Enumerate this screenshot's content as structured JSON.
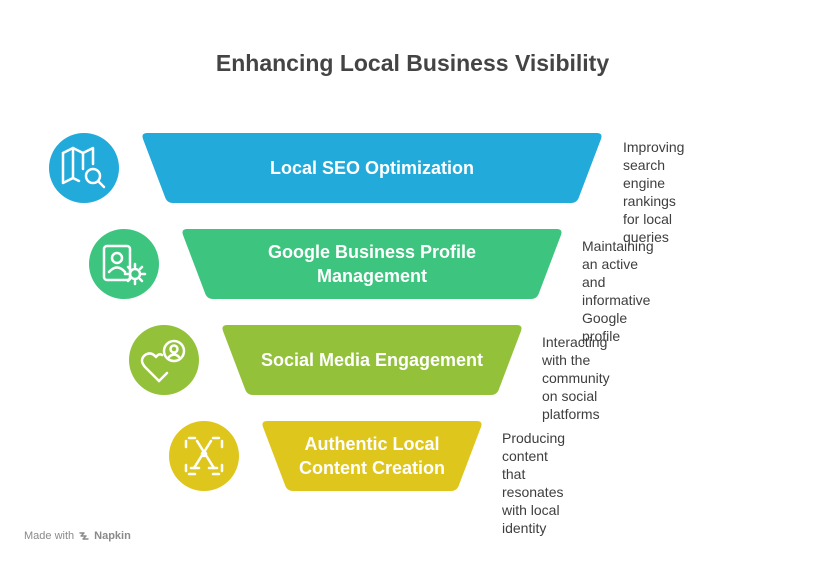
{
  "title": "Enhancing Local Business Visibility",
  "stages": [
    {
      "label": "Local SEO Optimization",
      "description": "Improving search engine\nrankings for local queries",
      "color": "#22aadb",
      "icon": "map-search-icon"
    },
    {
      "label": "Google Business Profile\nManagement",
      "description": "Maintaining an active\nand informative Google\nprofile",
      "color": "#3dc47e",
      "icon": "profile-settings-icon"
    },
    {
      "label": "Social Media Engagement",
      "description": "Interacting with the\ncommunity on social\nplatforms",
      "color": "#93c13a",
      "icon": "heart-hand-icon"
    },
    {
      "label": "Authentic Local\nContent Creation",
      "description": "Producing content that\nresonates with local\nidentity",
      "color": "#dfc61d",
      "icon": "craft-tools-icon"
    }
  ],
  "footer": {
    "made_with": "Made with",
    "brand": "Napkin"
  }
}
